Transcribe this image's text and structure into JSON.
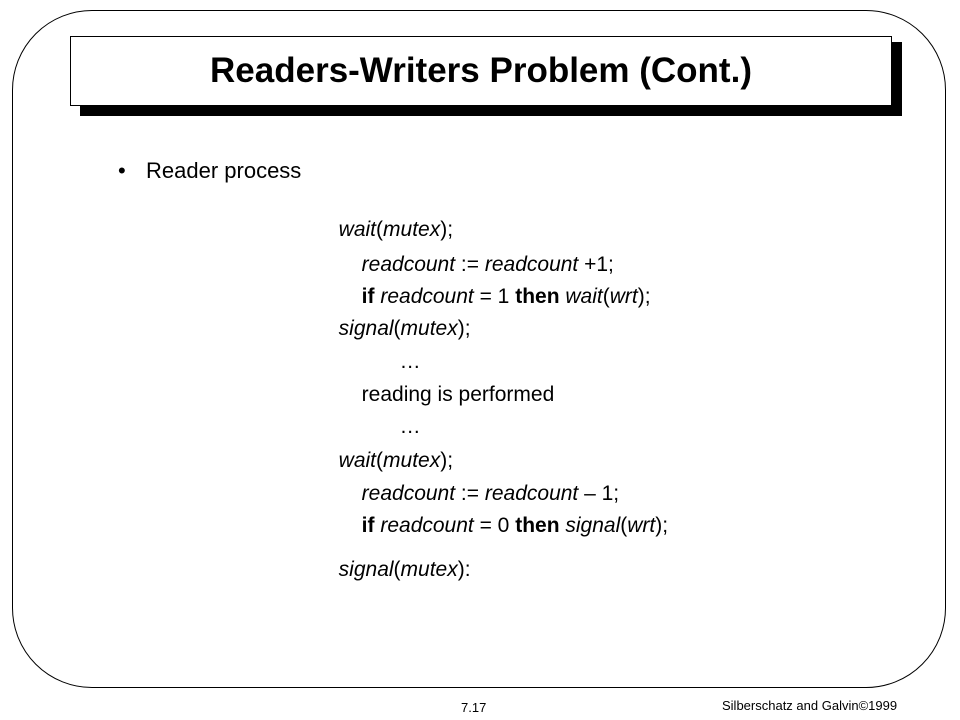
{
  "slide": {
    "title": "Readers-Writers Problem (Cont.)",
    "bullet_label": "Reader process",
    "footer_page": "7.17",
    "footer_copyright": "Silberschatz and Galvin©1999"
  },
  "code": {
    "l1": {
      "a": "wait",
      "b": "(",
      "c": "mutex",
      "d": ");"
    },
    "l2": {
      "a": "readcount",
      "b": " := ",
      "c": "readcount",
      "d": " +1;"
    },
    "l3": {
      "kw1": "if ",
      "a": "readcount",
      "b": " = 1 ",
      "kw2": "then ",
      "c": "wait",
      "d": "(",
      "e": "wrt",
      "f": ");"
    },
    "l4": {
      "a": "signal",
      "b": "(",
      "c": "mutex",
      "d": ");"
    },
    "l5": {
      "a": "…"
    },
    "l6": {
      "a": "reading is performed"
    },
    "l7": {
      "a": "…"
    },
    "l8": {
      "a": "wait",
      "b": "(",
      "c": "mutex",
      "d": ");"
    },
    "l9": {
      "a": "readcount",
      "b": " := ",
      "c": "readcount",
      "d": " – 1;"
    },
    "l10": {
      "kw1": "if ",
      "a": "readcount",
      "b": " = 0 ",
      "kw2": "then ",
      "c": "signal",
      "d": "(",
      "e": "wrt",
      "f": ");"
    },
    "l11": {
      "a": "signal",
      "b": "(",
      "c": "mutex",
      "d": "):"
    }
  }
}
